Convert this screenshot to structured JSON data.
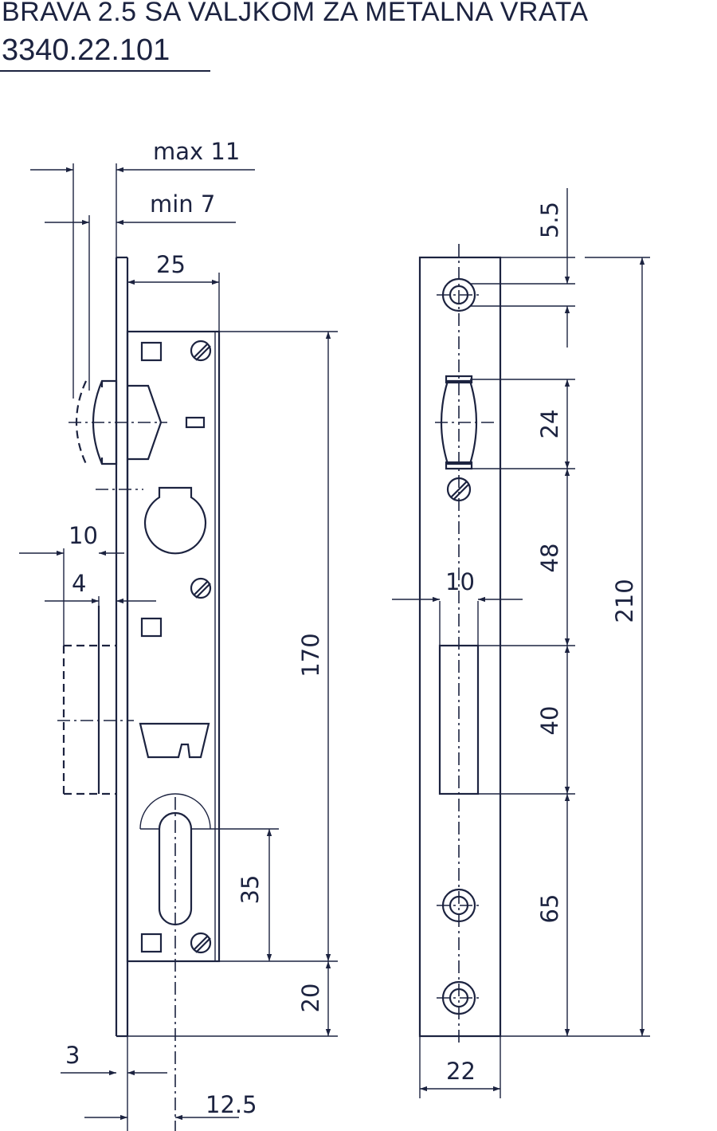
{
  "title": "BRAVA 2.5 SA VALJKOM ZA METALNA VRATA",
  "code": "3340.22.101",
  "colors": {
    "ink": "#1c2340",
    "background": "#ffffff"
  },
  "dimensions": {
    "max11": "max 11",
    "min7": "min 7",
    "d25": "25",
    "d10_left": "10",
    "d4": "4",
    "d170": "170",
    "d35": "35",
    "d20": "20",
    "d3": "3",
    "d12_5": "12.5",
    "d5_5": "5.5",
    "d24": "24",
    "d48": "48",
    "d10_right": "10",
    "d40": "40",
    "d65": "65",
    "d210": "210",
    "d22": "22"
  }
}
